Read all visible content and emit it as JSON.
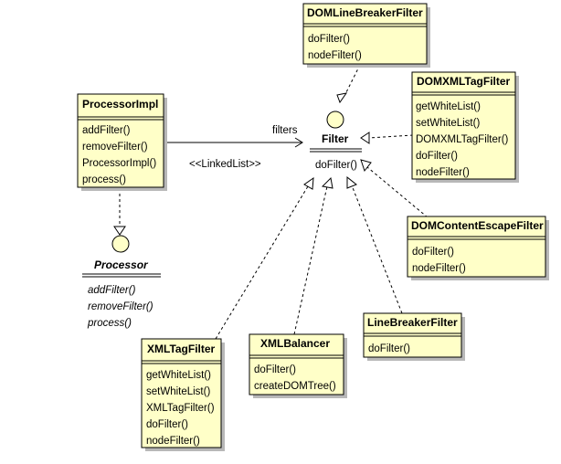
{
  "diagram": {
    "classes": {
      "processor_impl": {
        "name": "ProcessorImpl",
        "ops": [
          "addFilter()",
          "removeFilter()",
          "ProcessorImpl()",
          "process()"
        ]
      },
      "dom_line_breaker_filter": {
        "name": "DOMLineBreakerFilter",
        "ops": [
          "doFilter()",
          "nodeFilter()"
        ]
      },
      "domxml_tag_filter": {
        "name": "DOMXMLTagFilter",
        "ops": [
          "getWhiteList()",
          "setWhiteList()",
          "DOMXMLTagFilter()",
          "doFilter()",
          "nodeFilter()"
        ]
      },
      "dom_content_escape_filter": {
        "name": "DOMContentEscapeFilter",
        "ops": [
          "doFilter()",
          "nodeFilter()"
        ]
      },
      "xml_tag_filter": {
        "name": "XMLTagFilter",
        "ops": [
          "getWhiteList()",
          "setWhiteList()",
          "XMLTagFilter()",
          "doFilter()",
          "nodeFilter()"
        ]
      },
      "xml_balancer": {
        "name": "XMLBalancer",
        "ops": [
          "doFilter()",
          "createDOMTree()"
        ]
      },
      "line_breaker_filter": {
        "name": "LineBreakerFilter",
        "ops": [
          "doFilter()"
        ]
      }
    },
    "interfaces": {
      "filter": {
        "name": "Filter",
        "ops": [
          "doFilter()"
        ]
      },
      "processor": {
        "name": "Processor",
        "ops": [
          "addFilter()",
          "removeFilter()",
          "process()"
        ]
      }
    },
    "association": {
      "role": "filters",
      "stereotype": "<<LinkedList>>"
    }
  }
}
